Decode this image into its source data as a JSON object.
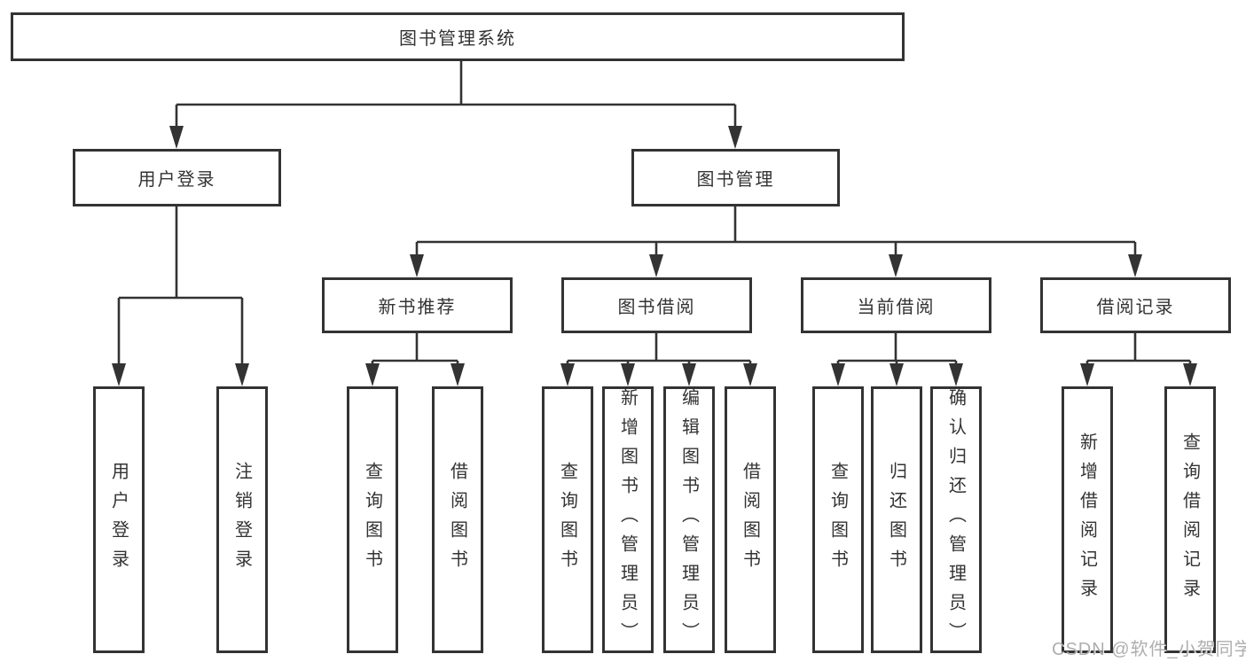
{
  "tree": {
    "root": "图书管理系统",
    "login": {
      "label": "用户登录",
      "children": [
        "用户登录",
        "注销登录"
      ]
    },
    "management": {
      "label": "图书管理",
      "sections": [
        {
          "label": "新书推荐",
          "children": [
            "查询图书",
            "借阅图书"
          ]
        },
        {
          "label": "图书借阅",
          "children": [
            "查询图书",
            "新增图书（管理员）",
            "编辑图书（管理员）",
            "借阅图书"
          ]
        },
        {
          "label": "当前借阅",
          "children": [
            "查询图书",
            "归还图书",
            "确认归还（管理员）"
          ]
        },
        {
          "label": "借阅记录",
          "children": [
            "新增借阅记录",
            "查询借阅记录"
          ]
        }
      ]
    }
  },
  "watermark": "CSDN @软件_小贺同学",
  "colors": {
    "line": "#333333",
    "box_border": "#333333",
    "text": "#333333",
    "watermark": "#a6a6a6",
    "background": "#ffffff"
  }
}
